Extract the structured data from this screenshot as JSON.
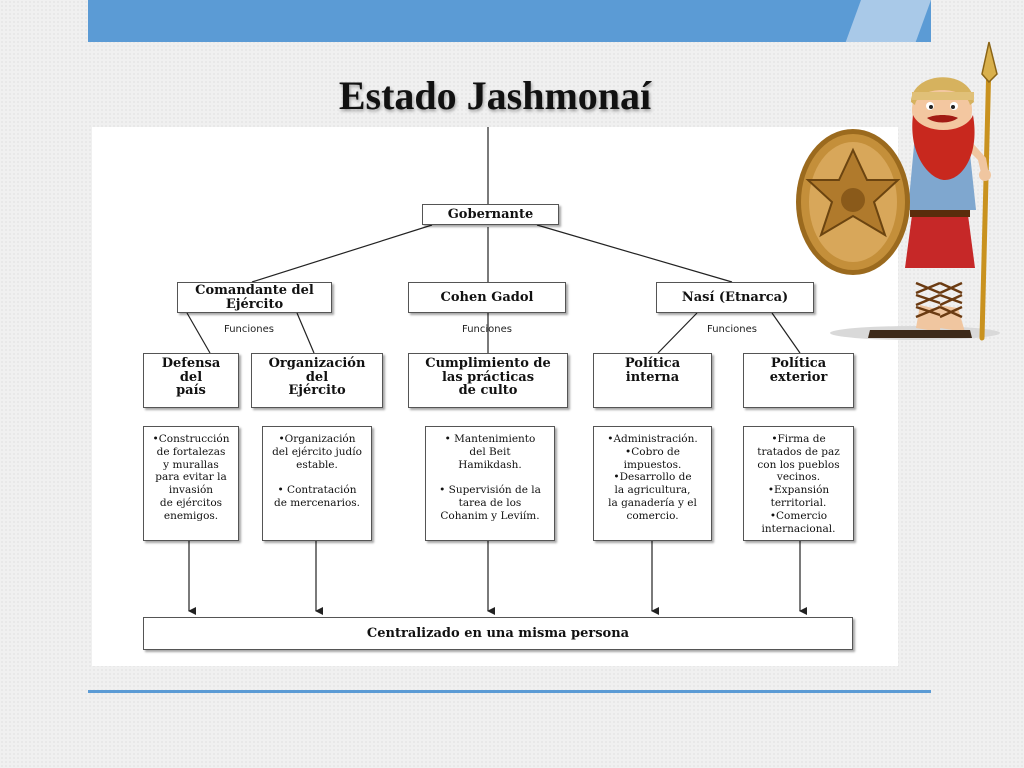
{
  "slide": {
    "title": "Estado Jashmonaí",
    "colors": {
      "accent_bar": "#5b9bd5",
      "panel": "#ffffff"
    }
  },
  "diagram": {
    "root": "Gobernante",
    "branches": [
      {
        "label": "Comandante del\nEjército",
        "functions_label": "Funciones"
      },
      {
        "label": "Cohen Gadol",
        "functions_label": "Funciones"
      },
      {
        "label": "Nasí (Etnarca)",
        "functions_label": "Funciones"
      }
    ],
    "functions": [
      {
        "label": "Defensa\ndel\npaís",
        "detail": "•Construcción\nde fortalezas\ny murallas\npara evitar la\ninvasión\nde ejércitos\nenemigos."
      },
      {
        "label": "Organización\ndel\nEjército",
        "detail": "•Organización\ndel ejército judío\nestable.\n\n• Contratación\nde mercenarios."
      },
      {
        "label": "Cumplimiento de\nlas prácticas\nde culto",
        "detail": "• Mantenimiento\ndel Beit\nHamikdash.\n\n• Supervisión de la\ntarea de los\nCohanim y Leviím."
      },
      {
        "label": "Política\ninterna",
        "detail": "•Administración.\n•Cobro de\nimpuestos.\n•Desarrollo de\nla agricultura,\nla ganadería y el\ncomercio."
      },
      {
        "label": "Política\nexterior",
        "detail": "•Firma de\ntratados de paz\ncon los pueblos\nvecinos.\n•Expansión\nterritorial.\n•Comercio\ninternacional."
      }
    ],
    "conclusion": "Centralizado en una misma persona"
  },
  "illustration": {
    "icon": "warrior-with-shield-and-spear"
  }
}
